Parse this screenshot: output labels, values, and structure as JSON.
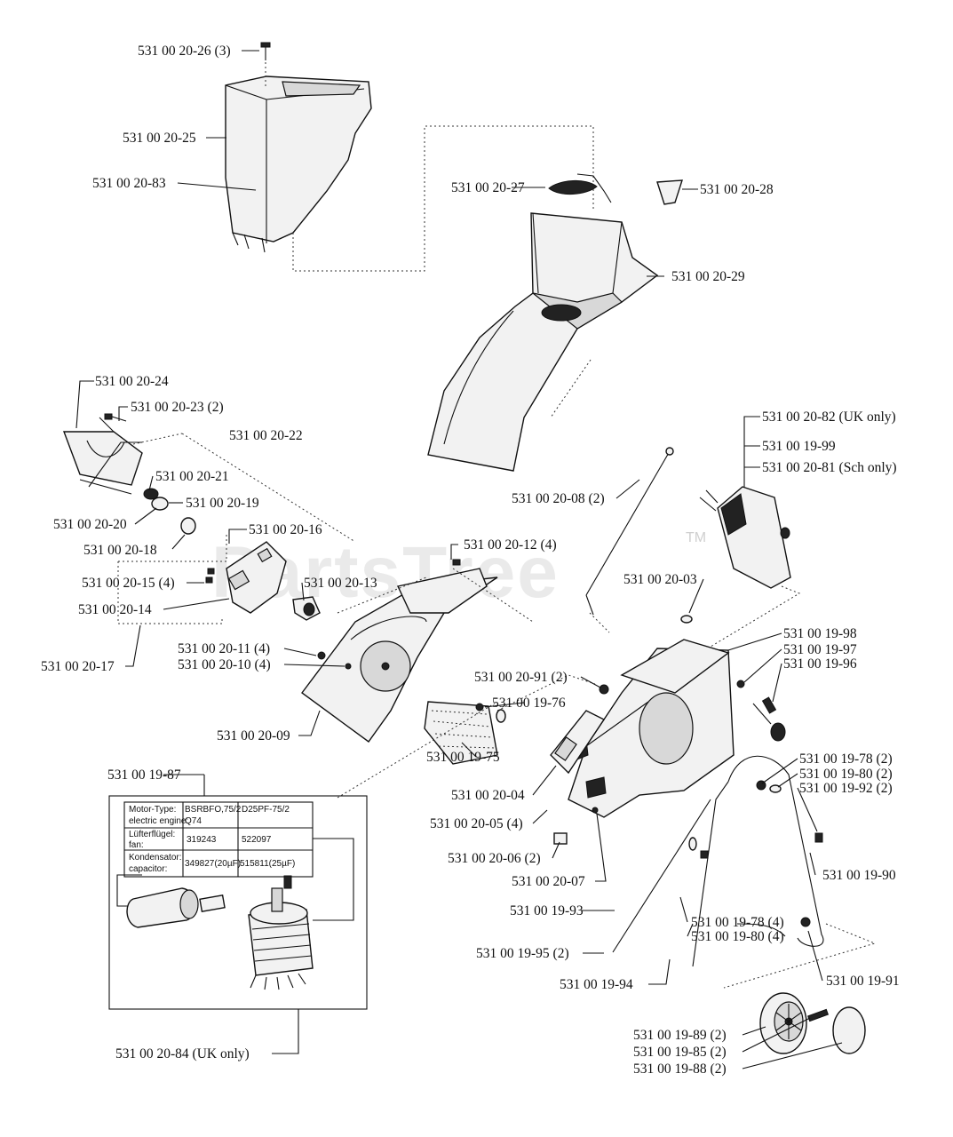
{
  "watermark": {
    "text": "PartsTree",
    "tm": "TM"
  },
  "callouts": [
    "531 00 20-26 (3)",
    "531 00 20-25",
    "531 00 20-83",
    "531 00 20-27",
    "531 00 20-28",
    "531 00 20-29",
    "531 00 20-24",
    "531 00 20-23 (2)",
    "531 00 20-22",
    "531 00 20-21",
    "531 00 20-19",
    "531 00 20-20",
    "531 00 20-18",
    "531 00 20-16",
    "531 00 20-12 (4)",
    "531 00 20-15 (4)",
    "531 00 20-13",
    "531 00 20-14",
    "531 00 20-17",
    "531 00 20-11 (4)",
    "531 00 20-10 (4)",
    "531 00 20-09",
    "531 00 20-82 (UK only)",
    "531 00 19-99",
    "531 00 20-81 (Sch only)",
    "531 00 20-08 (2)",
    "531 00 20-03",
    "531 00 19-98",
    "531 00 19-97",
    "531 00 19-96",
    "531 00 20-91 (2)",
    "531 00 19-76",
    "531 00 19-75",
    "531 00 20-04",
    "531 00 20-05 (4)",
    "531 00 20-06 (2)",
    "531 00 20-07",
    "531 00 19-87",
    "531 00 19-78 (2)",
    "531 00 19-80 (2)",
    "531 00 19-92 (2)",
    "531 00 19-90",
    "531 00 19-93",
    "531 00 19-95 (2)",
    "531 00 19-78 (4)",
    "531 00 19-80 (4)",
    "531 00 19-94",
    "531 00 19-91",
    "531 00 19-89 (2)",
    "531 00 19-85 (2)",
    "531 00 19-88 (2)",
    "531 00 20-84 (UK only)"
  ],
  "motor_table": {
    "rows": [
      {
        "label1": "Motor-Type:",
        "label2": "electric engine:",
        "col1": "BSRBFO,75/2",
        "col2": "D25PF-75/2",
        "col1b": "Q74"
      },
      {
        "label1": "Lüfterflügel:",
        "label2": "fan:",
        "col1": "319243",
        "col2": "522097"
      },
      {
        "label1": "Kondensator:",
        "label2": "capacitor:",
        "col1": "349827(20µF)",
        "col2": "515811(25µF)"
      }
    ]
  }
}
